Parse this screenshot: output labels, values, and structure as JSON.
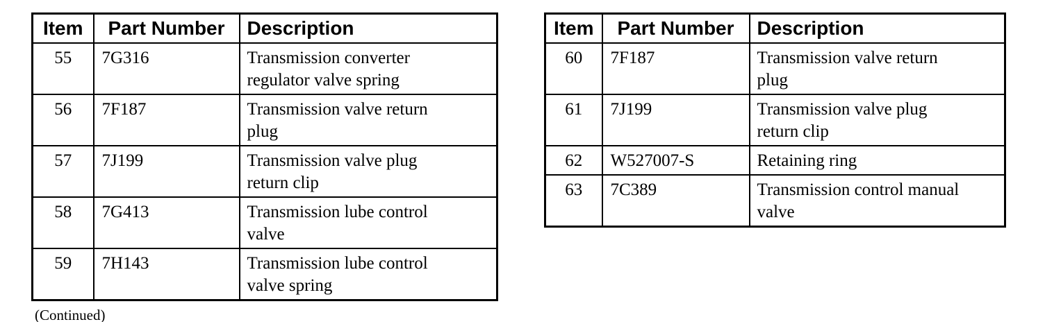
{
  "page": {
    "background": "#ffffff",
    "ink": "#000000"
  },
  "tables": [
    {
      "headers": [
        "Item",
        "Part Number",
        "Description"
      ],
      "rows": [
        [
          "55",
          "7G316",
          "Transmission converter regulator valve spring"
        ],
        [
          "56",
          "7F187",
          "Transmission valve return plug"
        ],
        [
          "57",
          "7J199",
          "Transmission valve plug return clip"
        ],
        [
          "58",
          "7G413",
          "Transmission lube control valve"
        ],
        [
          "59",
          "7H143",
          "Transmission lube control valve spring"
        ]
      ],
      "footer_note": "(Continued)"
    },
    {
      "headers": [
        "Item",
        "Part Number",
        "Description"
      ],
      "rows": [
        [
          "60",
          "7F187",
          "Transmission valve return plug"
        ],
        [
          "61",
          "7J199",
          "Transmission valve plug return clip"
        ],
        [
          "62",
          "W527007-S",
          "Retaining ring"
        ],
        [
          "63",
          "7C389",
          "Transmission control manual valve"
        ]
      ]
    }
  ]
}
